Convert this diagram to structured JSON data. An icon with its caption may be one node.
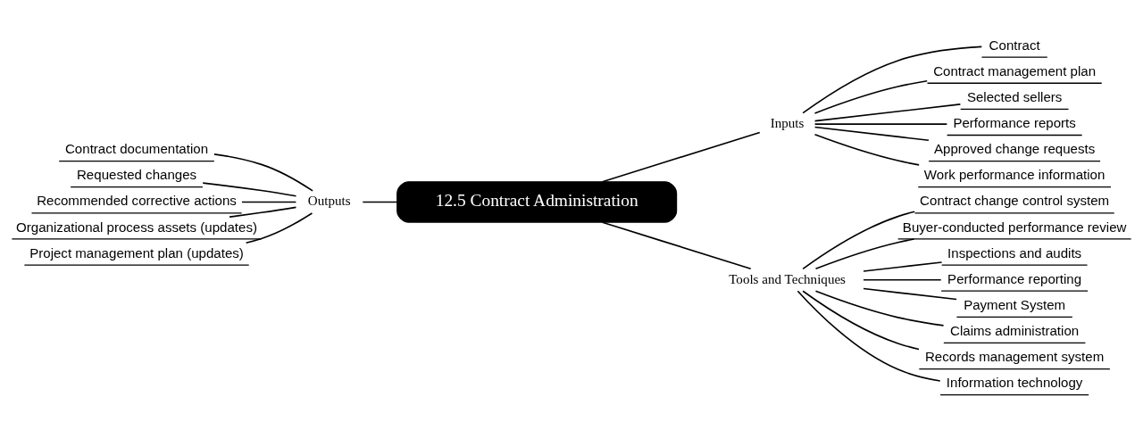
{
  "diagram": {
    "nodes": [
      {
        "text": [
          "12.5 Contract Administration"
        ]
      },
      {
        "text": [
          "Inputs"
        ]
      },
      {
        "text": [
          "Contract"
        ]
      },
      {
        "text": [
          "Contract management plan"
        ]
      },
      {
        "text": [
          "Selected sellers"
        ]
      },
      {
        "text": [
          "Performance reports"
        ]
      },
      {
        "text": [
          "Approved change requests"
        ]
      },
      {
        "text": [
          "Work performance information"
        ]
      },
      {
        "text": [
          "Tools and Techniques"
        ]
      },
      {
        "text": [
          "Contract change control system"
        ]
      },
      {
        "text": [
          "Buyer-conducted performance review"
        ]
      },
      {
        "text": [
          "Inspections and audits"
        ]
      },
      {
        "text": [
          "Performance reporting"
        ]
      },
      {
        "text": [
          "Payment System"
        ]
      },
      {
        "text": [
          "Claims administration"
        ]
      },
      {
        "text": [
          "Records management system"
        ]
      },
      {
        "text": [
          "Information technology"
        ]
      },
      {
        "text": [
          "Outputs"
        ]
      },
      {
        "text": [
          "Contract documentation"
        ]
      },
      {
        "text": [
          "Requested changes"
        ]
      },
      {
        "text": [
          "Recommended corrective actions"
        ]
      },
      {
        "text": [
          "Organizational process assets (updates)"
        ]
      },
      {
        "text": [
          "Project management plan (updates)"
        ]
      }
    ],
    "edges": [
      {
        "from": 0,
        "to": 1,
        "arrow": "none"
      },
      {
        "from": 1,
        "to": 2,
        "arrow": "none"
      },
      {
        "from": 1,
        "to": 3,
        "arrow": "none"
      },
      {
        "from": 1,
        "to": 4,
        "arrow": "none"
      },
      {
        "from": 1,
        "to": 5,
        "arrow": "none"
      },
      {
        "from": 1,
        "to": 6,
        "arrow": "none"
      },
      {
        "from": 1,
        "to": 7,
        "arrow": "none"
      },
      {
        "from": 0,
        "to": 8,
        "arrow": "none"
      },
      {
        "from": 8,
        "to": 9,
        "arrow": "none"
      },
      {
        "from": 8,
        "to": 10,
        "arrow": "none"
      },
      {
        "from": 8,
        "to": 11,
        "arrow": "none"
      },
      {
        "from": 8,
        "to": 12,
        "arrow": "none"
      },
      {
        "from": 8,
        "to": 13,
        "arrow": "none"
      },
      {
        "from": 8,
        "to": 14,
        "arrow": "none"
      },
      {
        "from": 8,
        "to": 15,
        "arrow": "none"
      },
      {
        "from": 8,
        "to": 16,
        "arrow": "none"
      },
      {
        "from": 0,
        "to": 17,
        "arrow": "none"
      },
      {
        "from": 17,
        "to": 18,
        "arrow": "none"
      },
      {
        "from": 17,
        "to": 19,
        "arrow": "none"
      },
      {
        "from": 17,
        "to": 20,
        "arrow": "none"
      },
      {
        "from": 17,
        "to": 21,
        "arrow": "none"
      },
      {
        "from": 17,
        "to": 22,
        "arrow": "none"
      }
    ]
  }
}
